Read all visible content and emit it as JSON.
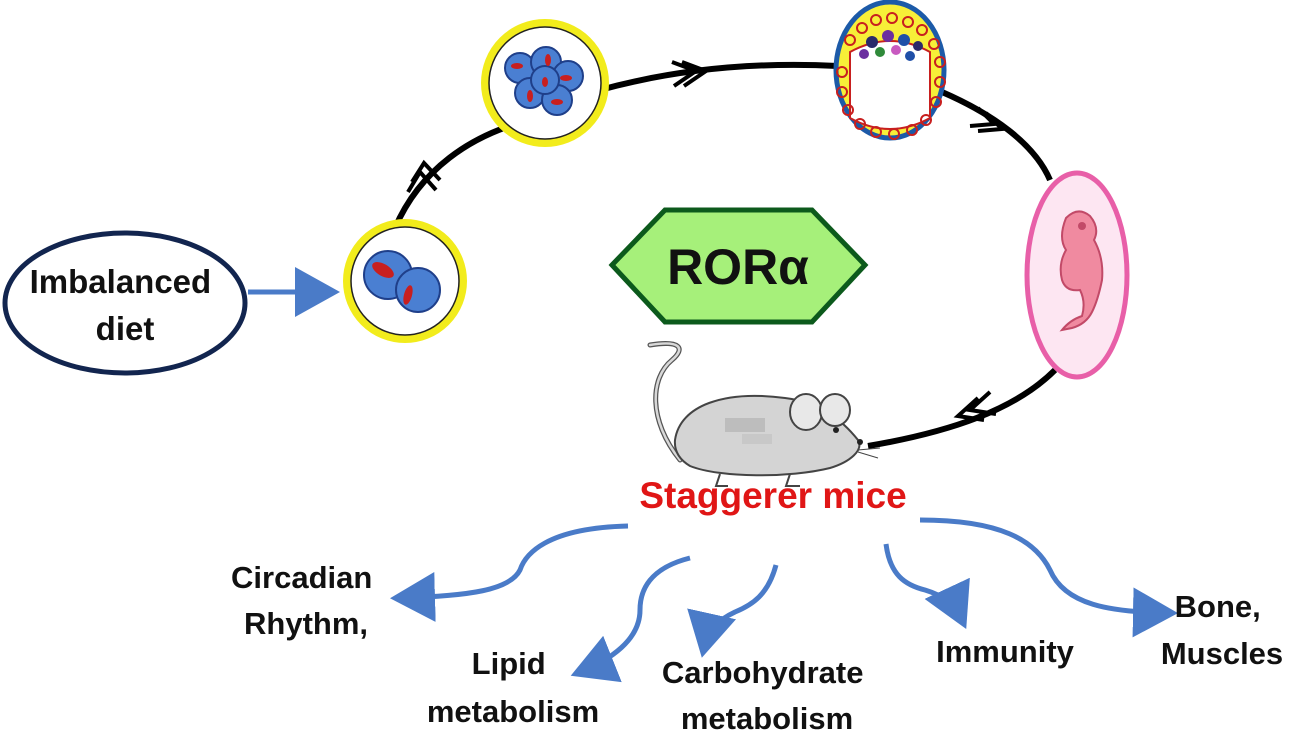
{
  "diet_label": [
    "Imbalanced",
    "diet"
  ],
  "center_label": "RORα",
  "mouse_label": "Staggerer mice",
  "outcomes": {
    "circadian": [
      "Circadian",
      "Rhythm,"
    ],
    "lipid": [
      "Lipid",
      "metabolism"
    ],
    "carbohydrate": [
      "Carbohydrate",
      "metabolism"
    ],
    "immunity": [
      "Immunity"
    ],
    "bone": [
      "Bone,",
      "Muscles"
    ]
  },
  "colors": {
    "cycle_line": "#000000",
    "blue_arrow": "#4a7bc8",
    "yellow_ring": "#f2ec1c",
    "cell_blue": "#4a7fd2",
    "nucleus_red": "#c81f1f",
    "hexagon_fill": "#a6f07a",
    "hexagon_stroke": "#0c5a1c",
    "embryo_ring": "#e85fa8",
    "embryo_fill": "#fde6f2",
    "diet_ring": "#12254f",
    "mouse_label": "#e01616"
  }
}
